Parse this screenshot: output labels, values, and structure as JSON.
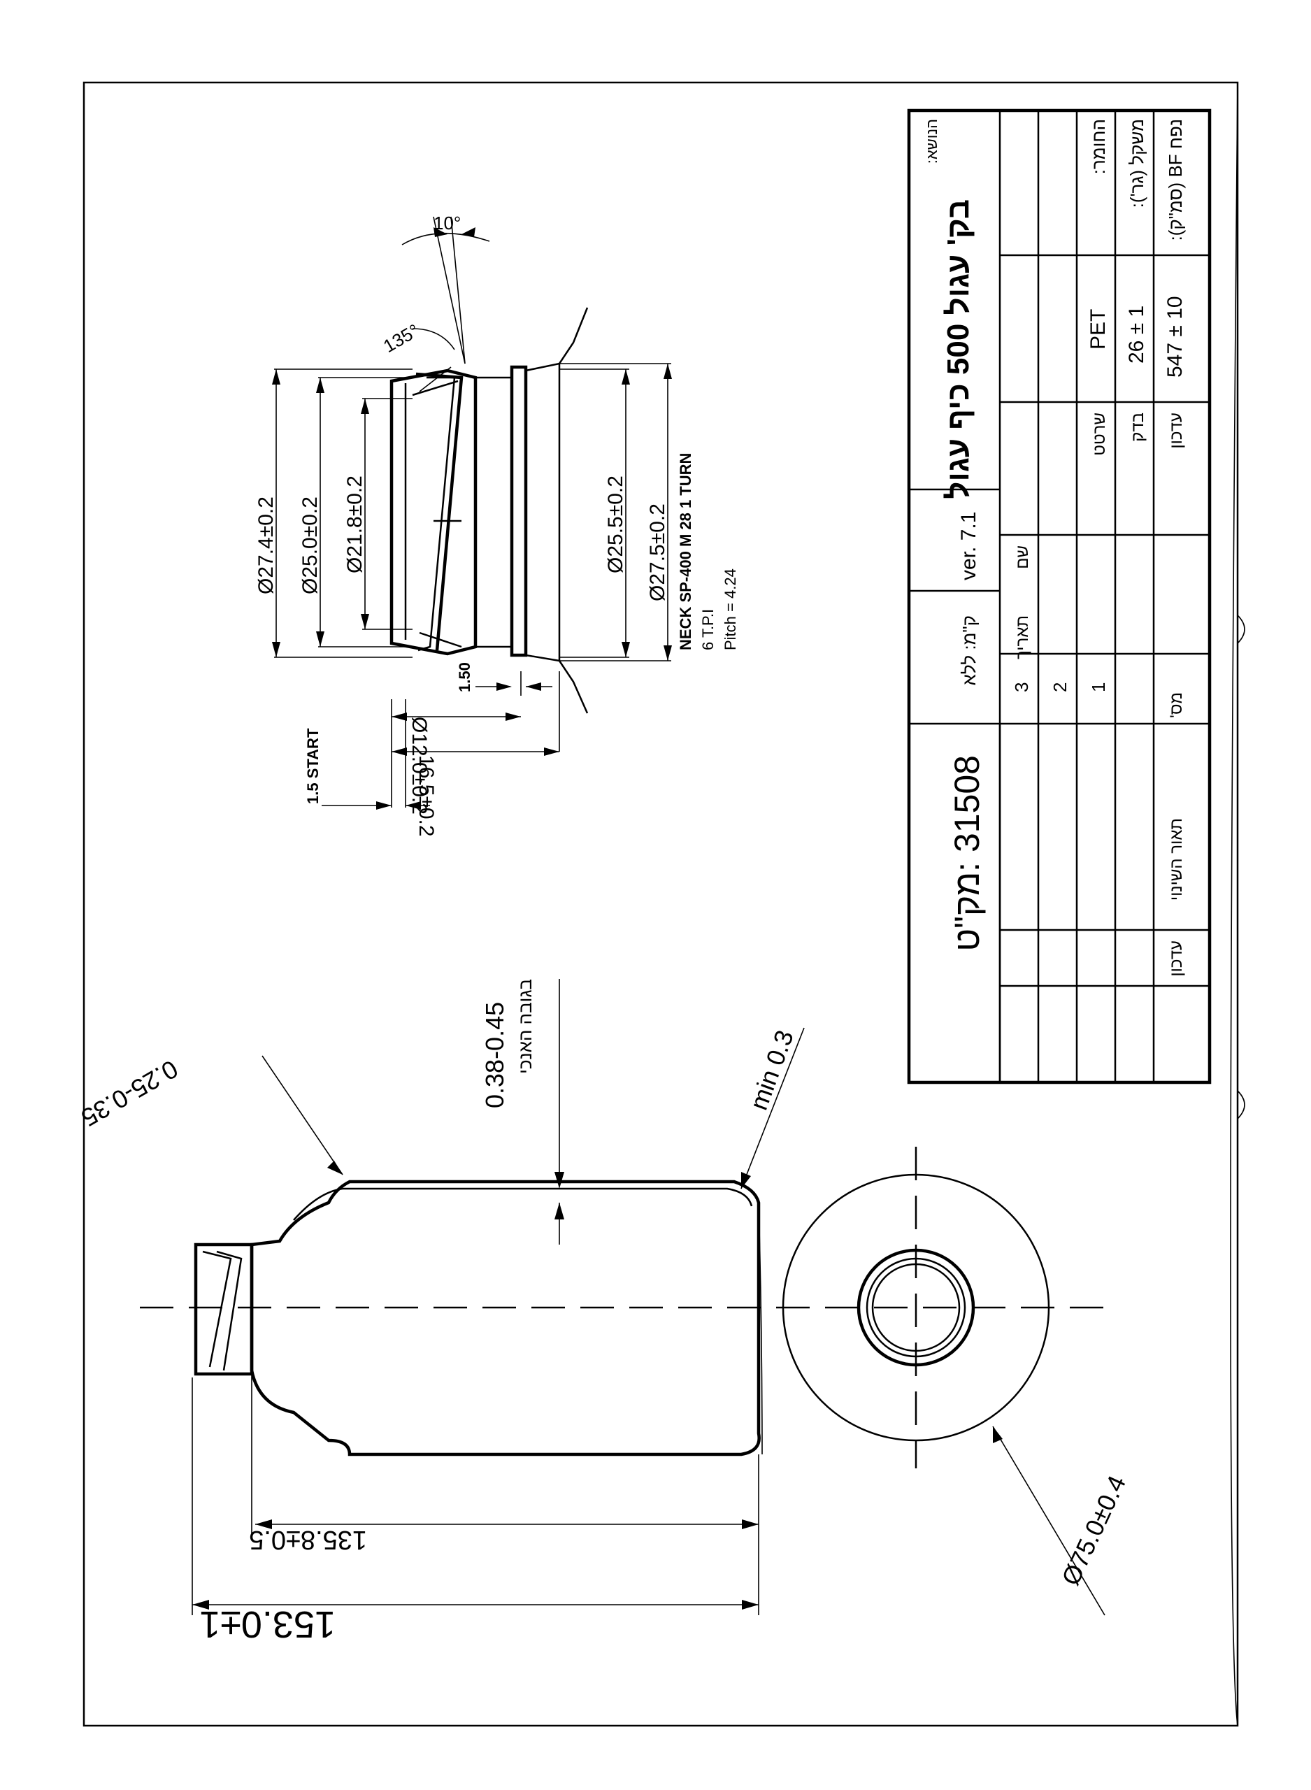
{
  "neck_dims": {
    "d274": "Ø27.4±0.2",
    "d250": "Ø25.0±0.2",
    "d218": "Ø21.8±0.2",
    "d255": "Ø25.5±0.2",
    "d275": "Ø27.5±0.2",
    "h120": "Ø12.0±0.2",
    "h165": "16.5±0.2",
    "start": "1.5 START",
    "dim150": "1.50",
    "angle10": "10°",
    "angle135": "135°"
  },
  "neck_spec": {
    "line1": "NECK SP-400 M 28 1 TURN",
    "line2": "6 T.P.I",
    "line3": "Pitch = 4.24"
  },
  "bottle_dims": {
    "total_height": "153.0±1",
    "body_height": "135.8±0.5",
    "diameter": "Ø75.0±0.4",
    "shoulder_wall": "0.25-0.35",
    "wall": "0.38-0.45",
    "wall_note": "בגובה האנכי",
    "base_wall": "min 0.3"
  },
  "title_block": {
    "subject_label": "הנושא:",
    "subject": "בק' עגול 500 כיף עגול",
    "material_label": "החומר:",
    "material": "PET",
    "weight_label": "משקל (גר'):",
    "weight": "26 ± 1",
    "volume_label": "נפח BF (סמ\"ק):",
    "volume": "547 ± 10",
    "drawn_label": "שרטט",
    "checked_label": "בדק",
    "updated_label": "עדכון",
    "name_col": "שם",
    "date_col": "תאריך",
    "version": "ver. 7.1",
    "scale": "ק\"מ: ללא",
    "catalog": "31508 :מק\"ט",
    "rev_numbers": [
      "3",
      "2",
      "1"
    ],
    "rev_no_label": "מס'",
    "rev_desc_label": "תאור השינוי",
    "rev_update_label": "עדכון"
  }
}
